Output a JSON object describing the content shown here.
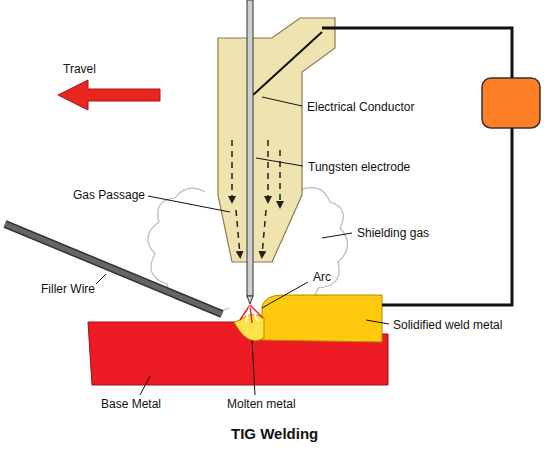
{
  "diagram": {
    "title": "TIG Welding",
    "labels": [
      "Travel",
      "Electrical Conductor",
      "Gas Passage",
      "Tungsten electrode",
      "Shielding gas",
      "Filler Wire",
      "Arc",
      "Solidified weld metal",
      "Base Metal",
      "Molten metal"
    ]
  }
}
